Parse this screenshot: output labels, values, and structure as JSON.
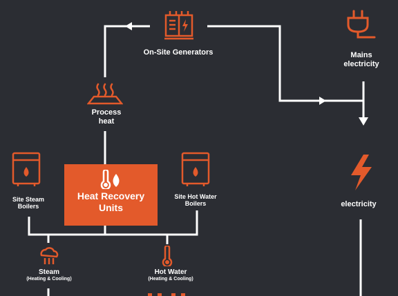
{
  "colors": {
    "background": "#2b2d33",
    "accent": "#e35a2b",
    "line": "#ffffff"
  },
  "nodes": {
    "generators": {
      "label": "On-Site Generators",
      "icon": "generator-icon"
    },
    "mains": {
      "line1": "Mains",
      "line2": "electricity",
      "icon": "plug-icon"
    },
    "process_heat": {
      "line1": "Process",
      "line2": "heat",
      "icon": "heat-waves-icon"
    },
    "electricity": {
      "label": "electricity",
      "icon": "lightning-icon"
    },
    "steam_boilers": {
      "line1": "Site Steam",
      "line2": "Boilers",
      "icon": "boiler-icon"
    },
    "hru": {
      "line1": "Heat Recovery",
      "line2": "Units",
      "icon": "thermometer-flame-icon"
    },
    "hot_water_boilers": {
      "line1": "Site Hot Water",
      "line2": "Boilers",
      "icon": "boiler-icon"
    },
    "steam": {
      "label": "Steam",
      "sub": "(Heating & Cooling)",
      "icon": "steam-icon"
    },
    "hot_water": {
      "label": "Hot Water",
      "sub": "(Heating & Cooling)",
      "icon": "thermometer-icon"
    }
  }
}
